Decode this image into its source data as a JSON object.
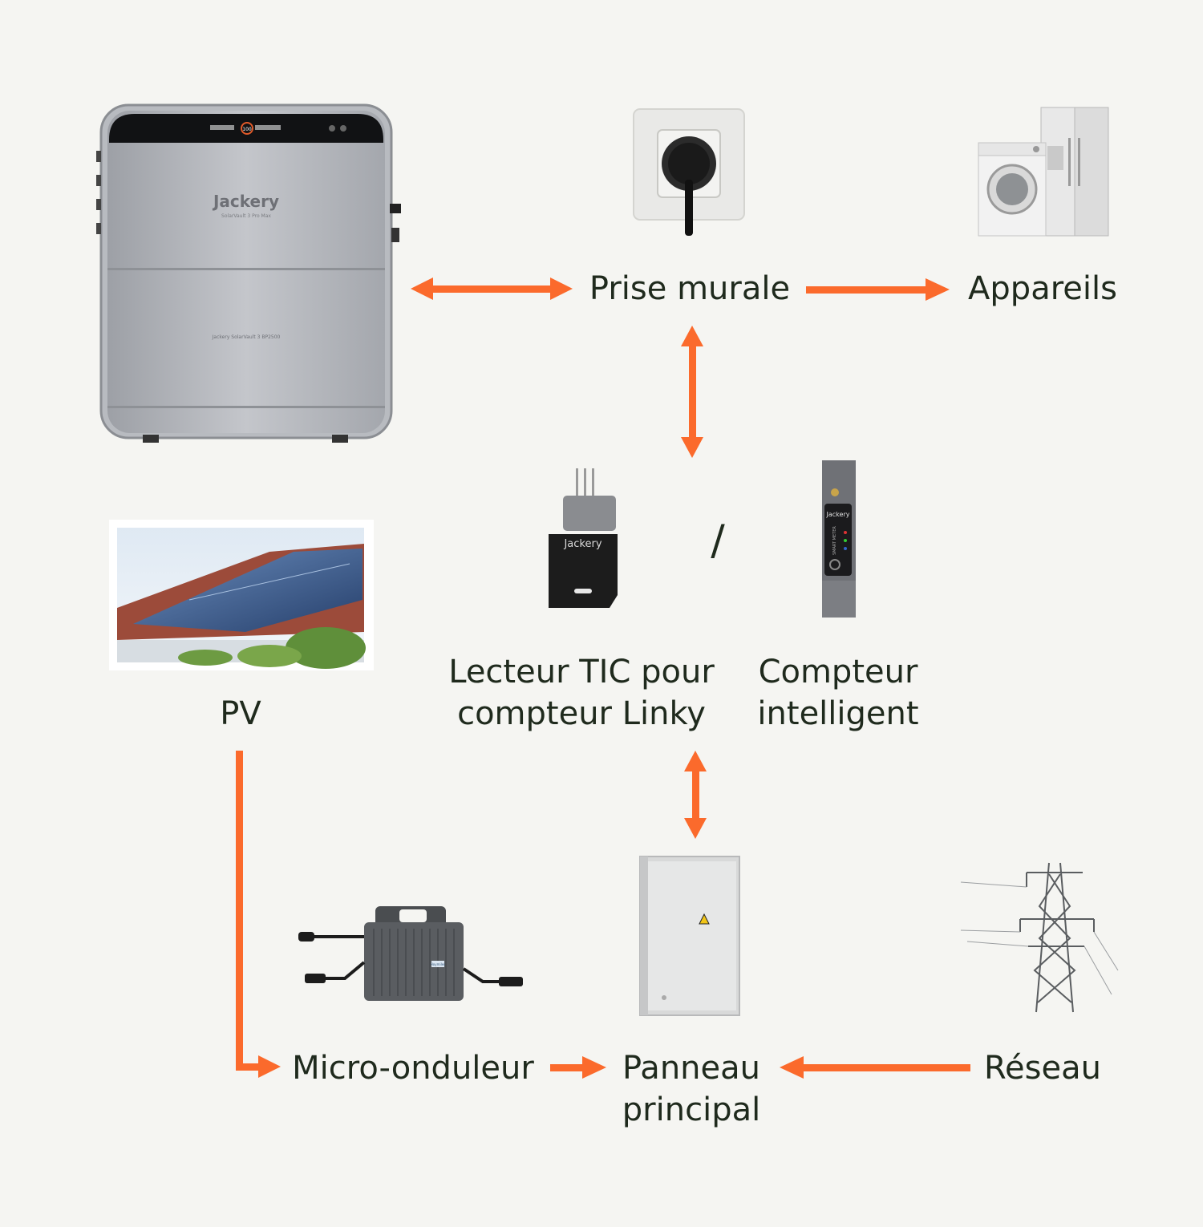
{
  "colors": {
    "background": "#f5f5f2",
    "arrow": "#fb6a2c",
    "text": "#1f2a1d"
  },
  "battery": {
    "brand": "Jackery",
    "model_top": "SolarVault 3 Pro Max",
    "model_bottom": "Jackery SolarVault 3 BP2500",
    "display_pct": "100"
  },
  "labels": {
    "wall_outlet": "Prise murale",
    "appliances": "Appareils",
    "pv": "PV",
    "tic_reader": [
      "Lecteur TIC pour",
      "compteur Linky"
    ],
    "separator": "/",
    "smart_meter": [
      "Compteur",
      "intelligent"
    ],
    "micro_inverter": "Micro-onduleur",
    "main_panel": [
      "Panneau",
      "principal"
    ],
    "grid": "Réseau"
  },
  "tic_reader": {
    "brand": "Jackery"
  },
  "smart_meter": {
    "brand": "Jackery",
    "vertical_text": "SMART METER"
  },
  "micro_inverter": {
    "tag": "Hoymiles"
  },
  "icons": [
    "battery-unit-image",
    "wall-socket-icon",
    "washing-machine-icon",
    "fridge-icon",
    "solar-roof-image",
    "tic-reader-device-icon",
    "smart-meter-device-icon",
    "micro-inverter-icon",
    "electrical-cabinet-icon",
    "power-pylon-icon"
  ]
}
